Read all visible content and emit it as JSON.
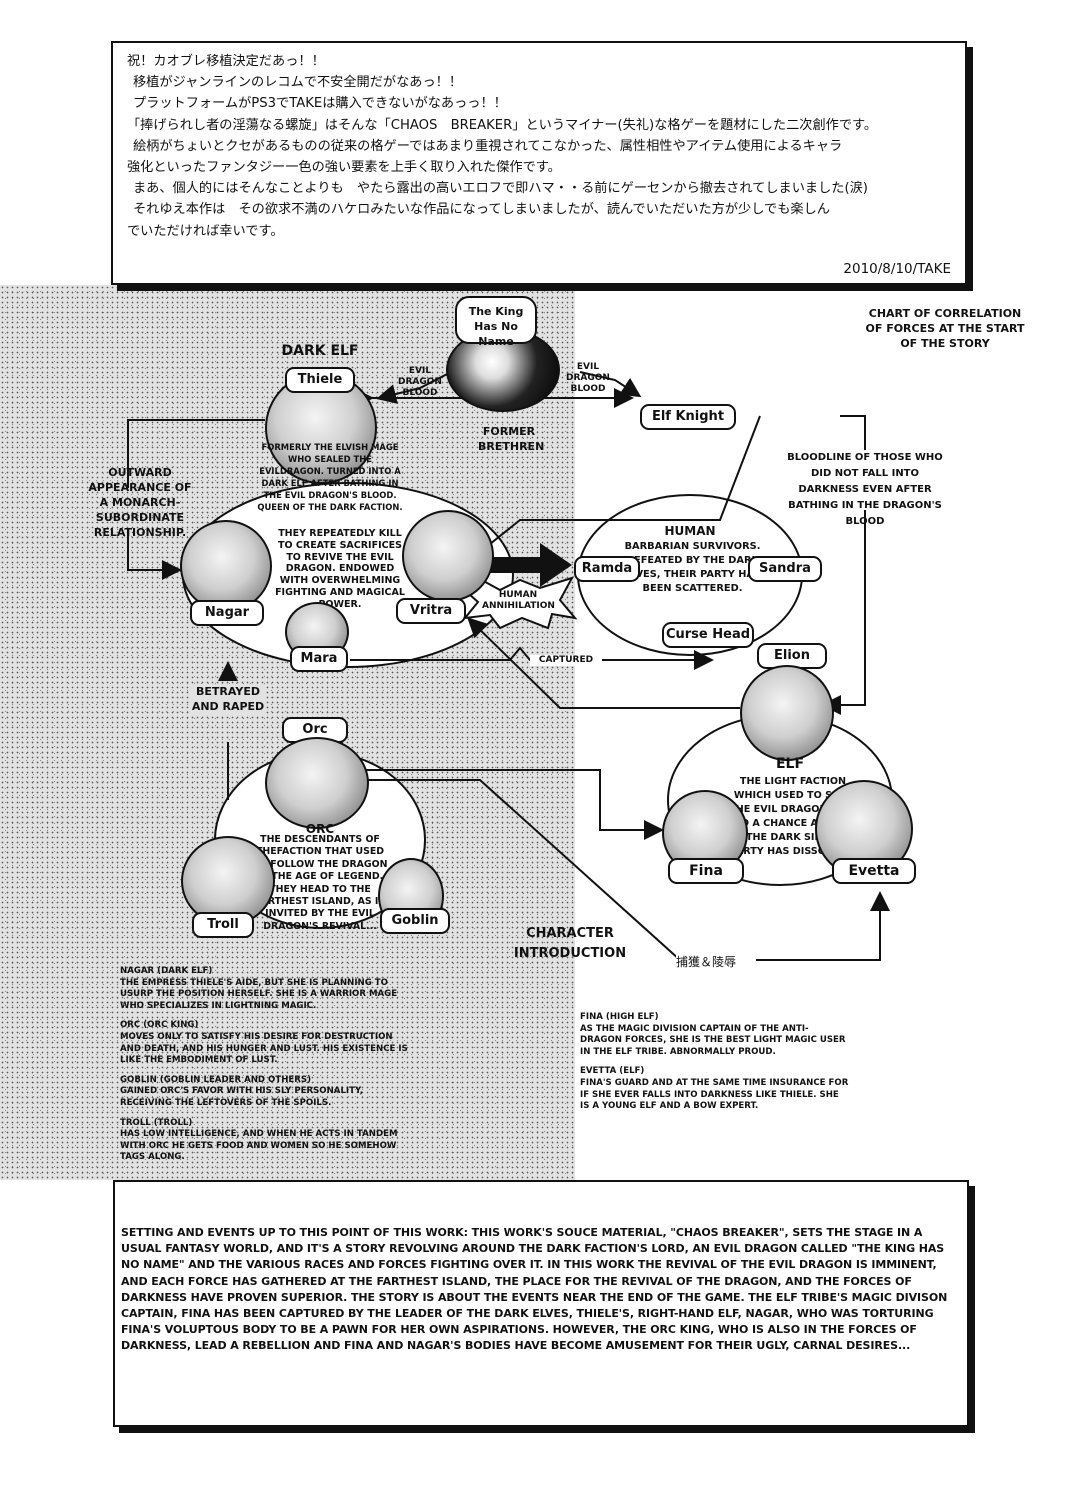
{
  "intro": {
    "lines": [
      "祝！カオブレ移植決定だあっ！！",
      "移植がジャンラインのレコムで不安全開だがなあっ！！",
      "プラットフォームがPS3でTAKEは購入できないがなあっっ！！",
      "「捧げられし者の淫蕩なる螺旋」はそんな「CHAOS　BREAKER」というマイナー(失礼)な格ゲーを題材にした二次創作です。",
      "絵柄がちょいとクセがあるものの従来の格ゲーではあまり重視されてこなかった、属性相性やアイテム使用によるキャラ",
      "強化といったファンタジー一色の強い要素を上手く取り入れた傑作です。",
      "まあ、個人的にはそんなことよりも　やたら露出の高いエロフで即ハマ・・る前にゲーセンから撤去されてしまいました(涙)",
      "それゆえ本作は　その欲求不満のハケロみたいな作品になってしまいましたが、読んでいただいた方が少しでも楽しん",
      "でいただければ幸いです。"
    ],
    "signature": "2010/8/10/TAKE"
  },
  "chart": {
    "title_lines": [
      "CHART OF CORRELATION",
      "OF FORCES AT THE START",
      "OF THE STORY"
    ],
    "king": "The King Has No Name",
    "dark_elf_heading": "DARK ELF",
    "thiele": "Thiele",
    "thiele_desc": "FORMERLY THE ELVISH MAGE WHO SEALED THE EVILDRAGON. TURNED INTO A DARK ELF AFTER BATHING IN THE EVIL DRAGON'S BLOOD. QUEEN OF THE DARK FACTION.",
    "evil_blood_left": "EVIL DRAGON BLOOD",
    "evil_blood_right": "EVIL DRAGON BLOOD",
    "elf_knight": "Elf Knight",
    "former": "FORMER BRETHREN",
    "outward": "OUTWARD APPEARANCE OF A MONARCH-SUBORDINATE RELATIONSHIP.",
    "bloodline": "BLOODLINE OF THOSE WHO DID NOT FALL INTO DARKNESS EVEN AFTER BATHING IN THE DRAGON'S BLOOD",
    "dark_desc": "THEY REPEATEDLY KILL TO CREATE SACRIFICES TO REVIVE THE EVIL DRAGON. ENDOWED WITH OVERWHELMING FIGHTING AND MAGICAL POWER.",
    "nagar": "Nagar",
    "vritra": "Vritra",
    "mara": "Mara",
    "human_heading": "HUMAN",
    "human_desc": "BARBARIAN SURVIVORS. DEFEATED BY THE DARK ELVES, THEIR PARTY HAS BEEN SCATTERED.",
    "ramda": "Ramda",
    "sandra": "Sandra",
    "curse_head": "Curse Head",
    "annihilation": "HUMAN ANNIHILATION",
    "captured": "CAPTURED",
    "elion": "Elion",
    "elf_heading": "ELF",
    "elf_desc": "THE LIGHT FACTION WHICH USED TO SEAL THE EVIL DRAGON. DUE TO A CHANCE ATTACK BY THE DARK SIDE, THE PARTY HAS DISSOLVED.",
    "fina": "Fina",
    "evetta": "Evetta",
    "betrayed": "BETRAYED AND RAPED",
    "orc": "Orc",
    "orc_heading": "ORC",
    "orc_desc": "THE DESCENDANTS OF THEFACTION THAT USED TO FOLLOW THE DRAGON IN THE AGE OF LEGEND. THEY HEAD TO THE FARTHEST ISLAND, AS IF INVITED BY THE EVIL DRAGON'S REVIVAL...",
    "troll": "Troll",
    "goblin": "Goblin",
    "char_intro": "CHARACTER INTRODUCTION",
    "capture_jp": "捕獲＆陵辱"
  },
  "bios_left": [
    {
      "name": "NAGAR (DARK ELF)",
      "text": "THE EMPRESS THIELE'S AIDE, BUT SHE IS PLANNING TO USURP THE POSITION HERSELF. SHE IS A WARRIOR MAGE WHO SPECIALIZES IN LIGHTNING MAGIC."
    },
    {
      "name": "ORC (ORC KING)",
      "text": "MOVES ONLY TO SATISFY HIS DESIRE FOR DESTRUCTION AND DEATH, AND HIS HUNGER AND LUST. HIS EXISTENCE IS LIKE THE EMBODIMENT OF LUST."
    },
    {
      "name": "GOBLIN (GOBLIN LEADER AND OTHERS)",
      "text": "GAINED ORC'S FAVOR WITH HIS SLY PERSONALITY, RECEIVING THE LEFTOVERS OF THE SPOILS."
    },
    {
      "name": "TROLL (TROLL)",
      "text": "HAS LOW INTELLIGENCE, AND WHEN HE ACTS IN TANDEM WITH ORC HE GETS FOOD AND WOMEN SO HE SOMEHOW TAGS ALONG."
    }
  ],
  "bios_right": [
    {
      "name": "FINA (HIGH ELF)",
      "text": "AS THE MAGIC DIVISION CAPTAIN OF THE ANTI-DRAGON FORCES, SHE IS THE BEST LIGHT MAGIC USER IN THE ELF TRIBE. ABNORMALLY PROUD."
    },
    {
      "name": "EVETTA (ELF)",
      "text": "FINA'S GUARD AND AT THE SAME TIME INSURANCE FOR IF SHE EVER FALLS INTO DARKNESS LIKE THIELE. SHE IS A YOUNG ELF AND A BOW EXPERT."
    }
  ],
  "setting": "SETTING AND EVENTS UP TO THIS POINT OF THIS WORK: THIS WORK'S SOUCE MATERIAL, \"CHAOS BREAKER\", SETS THE STAGE IN A USUAL FANTASY WORLD, AND IT'S A STORY REVOLVING AROUND THE DARK FACTION'S LORD, AN EVIL DRAGON CALLED \"THE KING HAS NO NAME\" AND THE VARIOUS RACES AND FORCES FIGHTING OVER IT. IN THIS WORK THE REVIVAL OF THE EVIL DRAGON IS IMMINENT, AND EACH FORCE HAS GATHERED AT THE FARTHEST ISLAND, THE PLACE FOR THE REVIVAL OF THE DRAGON, AND THE FORCES OF DARKNESS HAVE PROVEN SUPERIOR. THE STORY IS ABOUT THE EVENTS NEAR THE END OF THE GAME. THE ELF TRIBE'S MAGIC DIVISON CAPTAIN, FINA HAS BEEN CAPTURED BY THE LEADER OF THE DARK ELVES, THIELE'S, RIGHT-HAND ELF, NAGAR, WHO WAS TORTURING FINA'S VOLUPTOUS BODY TO BE A PAWN FOR HER OWN ASPIRATIONS. HOWEVER, THE ORC KING, WHO IS ALSO IN THE FORCES OF DARKNESS, LEAD A REBELLION AND FINA AND NAGAR'S BODIES HAVE BECOME AMUSEMENT FOR THEIR UGLY, CARNAL DESIRES..."
}
